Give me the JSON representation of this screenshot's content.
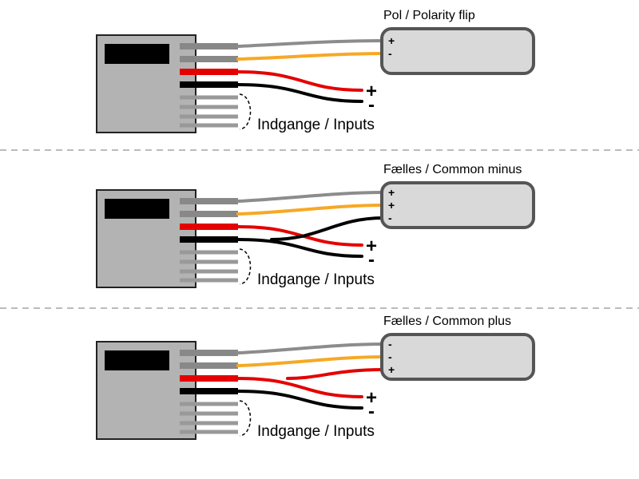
{
  "colors": {
    "module_fill": "#b3b3b3",
    "module_stroke": "#222222",
    "display": "#000000",
    "pin_gray": "#888888",
    "pin_small": "#999999",
    "wire_gray": "#8c8c8c",
    "wire_orange": "#f7a823",
    "wire_red": "#e50000",
    "wire_black": "#000000",
    "device_fill": "#d9d9d9",
    "device_stroke": "#555555",
    "separator": "#bbbbbb"
  },
  "panels": [
    {
      "title": "Pol / Polarity flip",
      "device_terminals": [
        "+",
        "-"
      ],
      "wiring": "polarity-flip",
      "output_plus": "+",
      "output_minus": "-",
      "inputs_label": "Indgange / Inputs"
    },
    {
      "title": "Fælles / Common minus",
      "device_terminals": [
        "+",
        "+",
        "-"
      ],
      "wiring": "common-minus",
      "output_plus": "+",
      "output_minus": "-",
      "inputs_label": "Indgange / Inputs"
    },
    {
      "title": "Fælles / Common plus",
      "device_terminals": [
        "-",
        "-",
        "+"
      ],
      "wiring": "common-plus",
      "output_plus": "+",
      "output_minus": "-",
      "inputs_label": "Indgange / Inputs"
    }
  ]
}
